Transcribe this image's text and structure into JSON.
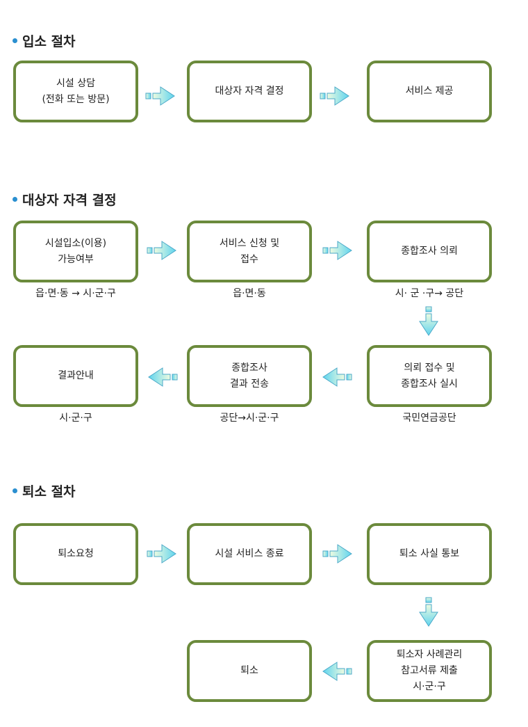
{
  "sections": {
    "admission": {
      "title": "입소 절차"
    },
    "eligibility": {
      "title": "대상자 자격 결정"
    },
    "discharge": {
      "title": "퇴소 절차"
    }
  },
  "admission": {
    "box1": {
      "line1": "시설 상담",
      "line2": "(전화 또는 방문)"
    },
    "box2": {
      "line1": "대상자 자격 결정"
    },
    "box3": {
      "line1": "서비스 제공"
    }
  },
  "eligibility": {
    "box1": {
      "line1": "시설입소(이용)",
      "line2": "가능여부",
      "note": "읍·면·동 → 시·군·구"
    },
    "box2": {
      "line1": "서비스 신청 및",
      "line2": "접수",
      "note": "읍·면·동"
    },
    "box3": {
      "line1": "종합조사 의뢰",
      "note": "시· 군 ·구→ 공단"
    },
    "box4": {
      "line1": "의뢰 접수 및",
      "line2": "종합조사 실시",
      "note": "국민연금공단"
    },
    "box5": {
      "line1": "종합조사",
      "line2": "결과 전송",
      "note": "공단→시·군·구"
    },
    "box6": {
      "line1": "결과안내",
      "note": "시·군·구"
    }
  },
  "discharge": {
    "box1": {
      "line1": "퇴소요청"
    },
    "box2": {
      "line1": "시설 서비스 종료"
    },
    "box3": {
      "line1": "퇴소 사실 통보"
    },
    "box4": {
      "line1": "퇴소자 사례관리",
      "line2": "참고서류 제출",
      "line3": "시·군·구"
    },
    "box5": {
      "line1": "퇴소"
    }
  },
  "colors": {
    "box_border": "#6b8a3c",
    "arrow_fill_start": "#e6f8d6",
    "arrow_fill_end": "#5fd4ee",
    "arrow_stroke": "#4aa8c8",
    "bullet": "#2a8fd0"
  },
  "icons": {
    "flow_arrow": "flow-arrow-icon",
    "bullet": "bullet-icon"
  }
}
